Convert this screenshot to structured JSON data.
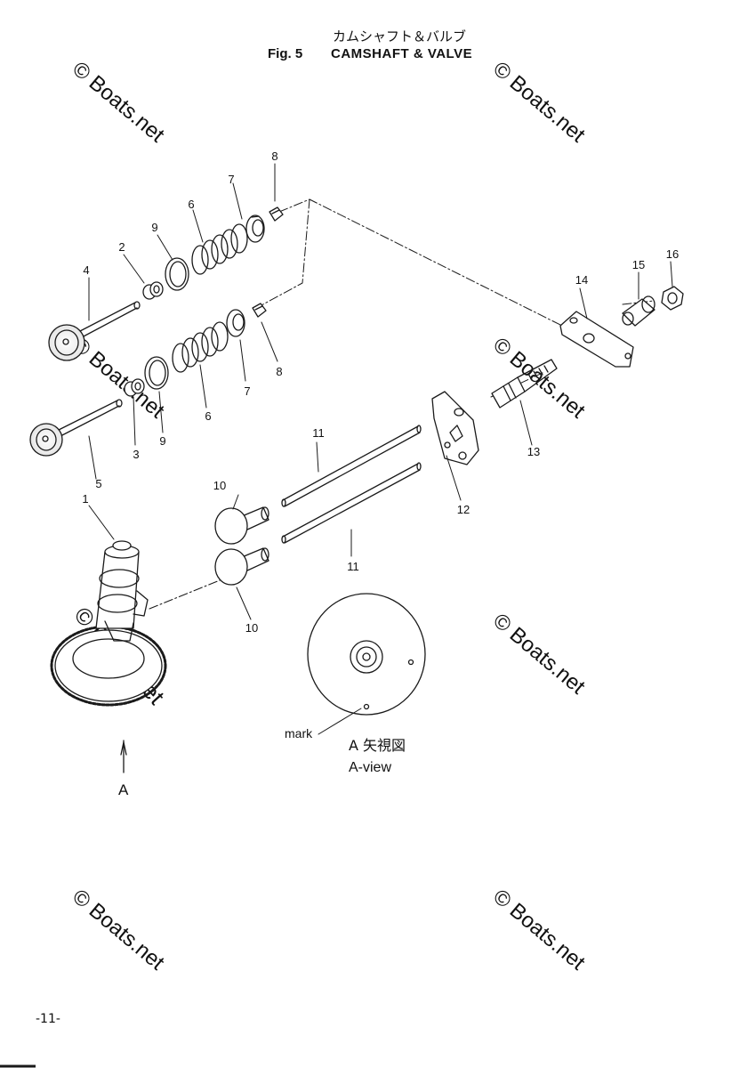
{
  "header": {
    "title_jp": "カムシャフト＆バルブ",
    "fig_label": "Fig. 5",
    "title_en": "CAMSHAFT & VALVE"
  },
  "callouts": {
    "c1": "1",
    "c2": "2",
    "c3": "3",
    "c4": "4",
    "c5": "5",
    "c6a": "6",
    "c6b": "6",
    "c7a": "7",
    "c7b": "7",
    "c8a": "8",
    "c8b": "8",
    "c9a": "9",
    "c9b": "9",
    "c10a": "10",
    "c10b": "10",
    "c11a": "11",
    "c11b": "11",
    "c12": "12",
    "c13": "13",
    "c14": "14",
    "c15": "15",
    "c16": "16"
  },
  "view": {
    "arrow_label": "A",
    "mark_label": "mark",
    "a_view_jp": "A 矢視図",
    "a_view_en": "A-view"
  },
  "watermark": "© Boats.net",
  "footer": {
    "page_number": "-11-"
  },
  "colors": {
    "line": "#1a1a1a",
    "watermark": "#c8c8c8",
    "background": "#ffffff"
  }
}
